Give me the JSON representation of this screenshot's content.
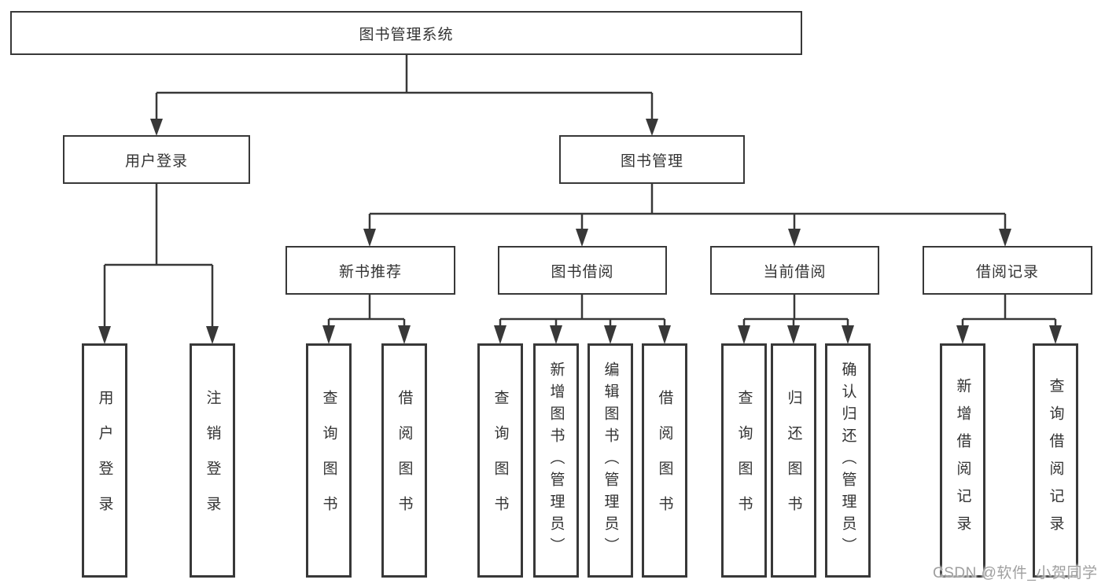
{
  "diagram": {
    "title": "图书管理系统",
    "colors": {
      "line": "#383838",
      "text": "#333333",
      "background": "#ffffff",
      "watermark_text": "#9f9f9f"
    },
    "tree": {
      "root": {
        "label": "图书管理系统",
        "children": [
          {
            "label": "用户登录",
            "children": [
              {
                "label": "用户登录"
              },
              {
                "label": "注销登录"
              }
            ]
          },
          {
            "label": "图书管理",
            "children": [
              {
                "label": "新书推荐",
                "children": [
                  {
                    "label": "查询图书"
                  },
                  {
                    "label": "借阅图书"
                  }
                ]
              },
              {
                "label": "图书借阅",
                "children": [
                  {
                    "label": "查询图书"
                  },
                  {
                    "label": "新增图书（管理员）"
                  },
                  {
                    "label": "编辑图书（管理员）"
                  },
                  {
                    "label": "借阅图书"
                  }
                ]
              },
              {
                "label": "当前借阅",
                "children": [
                  {
                    "label": "查询图书"
                  },
                  {
                    "label": "归还图书"
                  },
                  {
                    "label": "确认归还（管理员）"
                  }
                ]
              },
              {
                "label": "借阅记录",
                "children": [
                  {
                    "label": "新增借阅记录"
                  },
                  {
                    "label": "查询借阅记录"
                  }
                ]
              }
            ]
          }
        ]
      }
    },
    "watermark": "CSDN @软件_小贺同学"
  }
}
